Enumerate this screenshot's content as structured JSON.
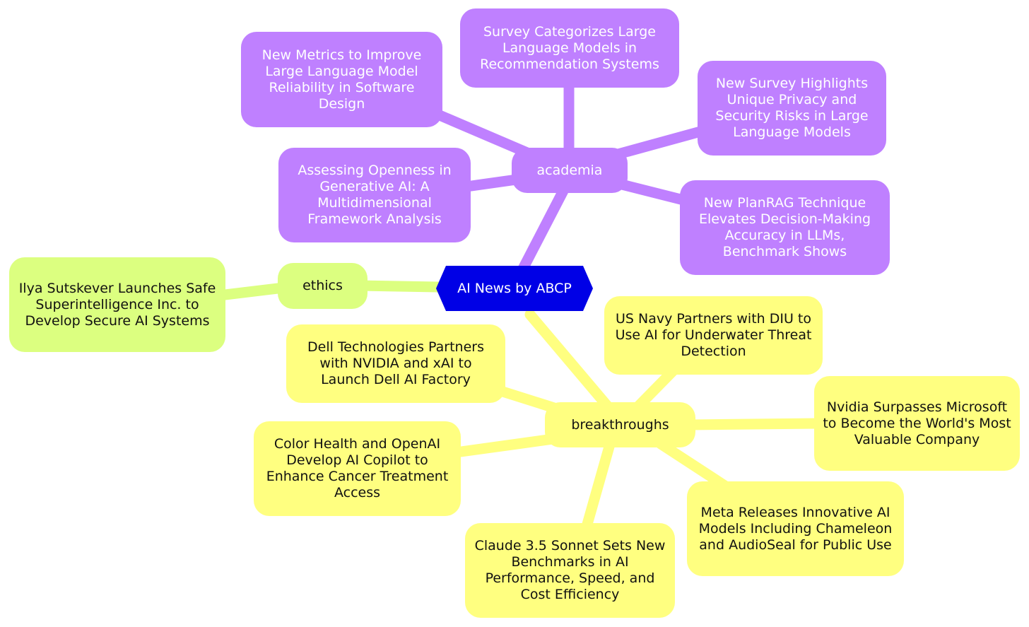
{
  "colors": {
    "academia": "#bf80ff",
    "breakthroughs": "#ffff80",
    "ethics": "#dcff80",
    "root": "#0000e6"
  },
  "root": {
    "label": "AI News by ABCP"
  },
  "branches": {
    "academia": {
      "label": "academia",
      "children": [
        "Survey Categorizes Large Language Models in Recommendation Systems",
        "New Metrics to Improve Large Language Model Reliability in Software Design",
        "New Survey Highlights Unique Privacy and Security Risks in Large Language Models",
        "Assessing Openness in Generative AI: A Multidimensional Framework Analysis",
        "New PlanRAG Technique Elevates Decision-Making Accuracy in LLMs, Benchmark Shows"
      ]
    },
    "ethics": {
      "label": "ethics",
      "children": [
        "Ilya Sutskever Launches Safe Superintelligence Inc. to Develop Secure AI Systems"
      ]
    },
    "breakthroughs": {
      "label": "breakthroughs",
      "children": [
        "US Navy Partners with DIU to Use AI for Underwater Threat Detection",
        "Dell Technologies Partners with NVIDIA and xAI to Launch Dell AI Factory",
        "Nvidia Surpasses Microsoft to Become the World's Most Valuable Company",
        "Color Health and OpenAI Develop AI Copilot to Enhance Cancer Treatment Access",
        "Meta Releases Innovative AI Models Including Chameleon and AudioSeal for Public Use",
        "Claude 3.5 Sonnet Sets New Benchmarks in AI Performance, Speed, and Cost Efficiency"
      ]
    }
  }
}
